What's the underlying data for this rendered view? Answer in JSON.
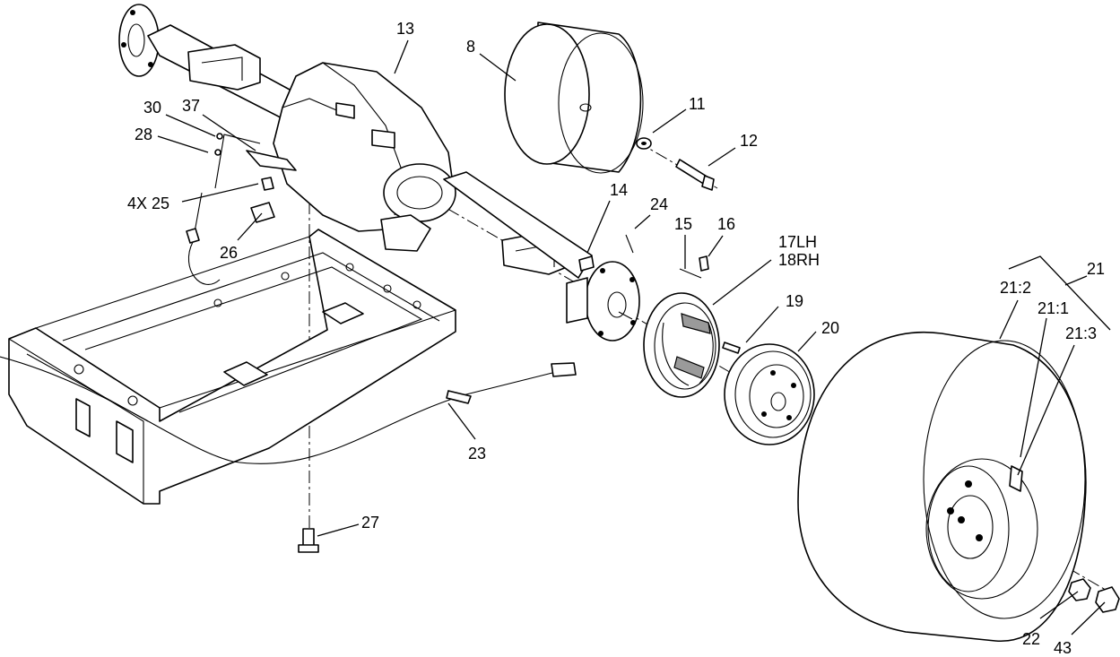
{
  "callouts": {
    "c13": "13",
    "c8": "8",
    "c11": "11",
    "c12": "12",
    "c30": "30",
    "c37": "37",
    "c28": "28",
    "c4x25": "4X 25",
    "c26": "26",
    "c14": "14",
    "c24": "24",
    "c15": "15",
    "c16": "16",
    "c17lh": "17LH",
    "c18rh": "18RH",
    "c19": "19",
    "c20": "20",
    "c21": "21",
    "c21_2": "21:2",
    "c21_1": "21:1",
    "c21_3": "21:3",
    "c23": "23",
    "c27": "27",
    "c22": "22",
    "c43": "43"
  }
}
